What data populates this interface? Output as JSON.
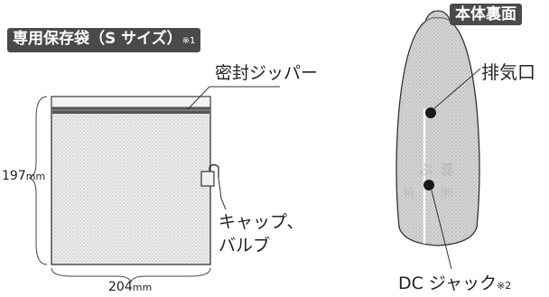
{
  "left_panel": {
    "title": "専用保存袋（S サイズ）",
    "title_note": "※1",
    "zipper_label": "密封ジッパー",
    "cap_label_line1": "キャップ、",
    "cap_label_line2": "バルブ",
    "height_value": "197",
    "height_unit": "mm",
    "width_value": "204",
    "width_unit": "mm"
  },
  "right_panel": {
    "title": "本体裏面",
    "exhaust_label": "排気口",
    "dc_label": "DC ジャック",
    "dc_note": "※2"
  },
  "colors": {
    "label_bg": "#4a4a4a",
    "bag_fill": "#e6e6e6",
    "device_fill": "#d2d2d2",
    "line": "#333333"
  }
}
